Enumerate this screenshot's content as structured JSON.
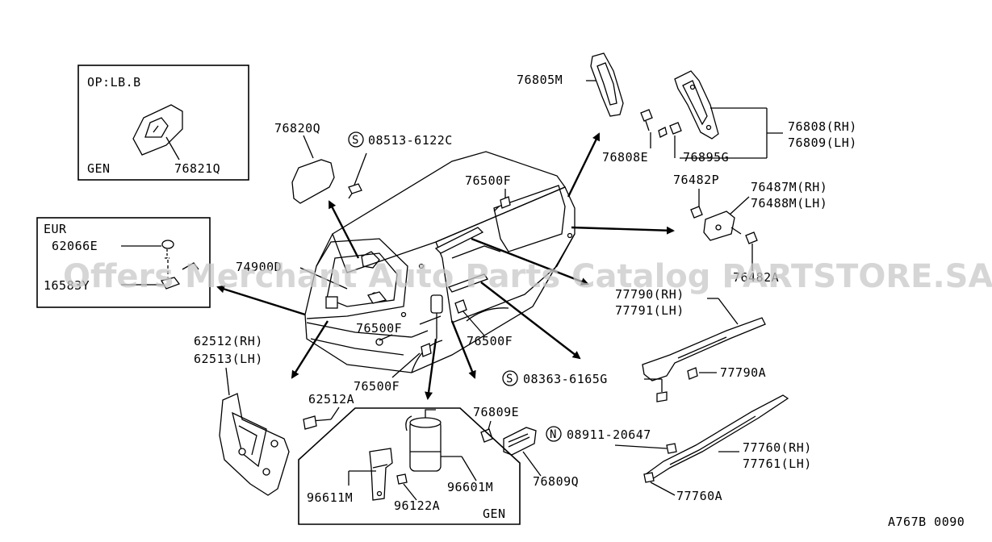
{
  "labels": {
    "op_lbb": "OP:LB.B",
    "gen_top": "GEN",
    "p76821q": "76821Q",
    "p76820q": "76820Q",
    "s08513": "08513-6122C",
    "eur": "EUR",
    "p62066e": "62066E",
    "p16583y": "16583Y",
    "p74900d": "74900D",
    "p76500f_a": "76500F",
    "p76500f_b": "76500F",
    "p76500f_c": "76500F",
    "p76500f_d": "76500F",
    "p62512rh": "62512(RH)",
    "p62513lh": "62513(LH)",
    "p62512a": "62512A",
    "p76805m": "76805M",
    "p76808e": "76808E",
    "p76895g": "76895G",
    "p76808rh": "76808(RH)",
    "p76809lh": "76809(LH)",
    "p76482p": "76482P",
    "p76487m": "76487M(RH)",
    "p76488m": "76488M(LH)",
    "p76482a": "76482A",
    "p77790rh": "77790(RH)",
    "p77791lh": "77791(LH)",
    "p77790a": "77790A",
    "s08363": "08363-6165G",
    "p76809e": "76809E",
    "n08911": "08911-20647",
    "p76809q": "76809Q",
    "p77760rh": "77760(RH)",
    "p77761lh": "77761(LH)",
    "p77760a": "77760A",
    "p96601m": "96601M",
    "p96611m": "96611M",
    "p96122a": "96122A",
    "gen_bottom": "GEN",
    "code": "A767B 0090",
    "circle_s": "S",
    "circle_n": "N"
  },
  "watermark": "Offers Merchant Auto Parts Catalog PARTSTORE.SA"
}
